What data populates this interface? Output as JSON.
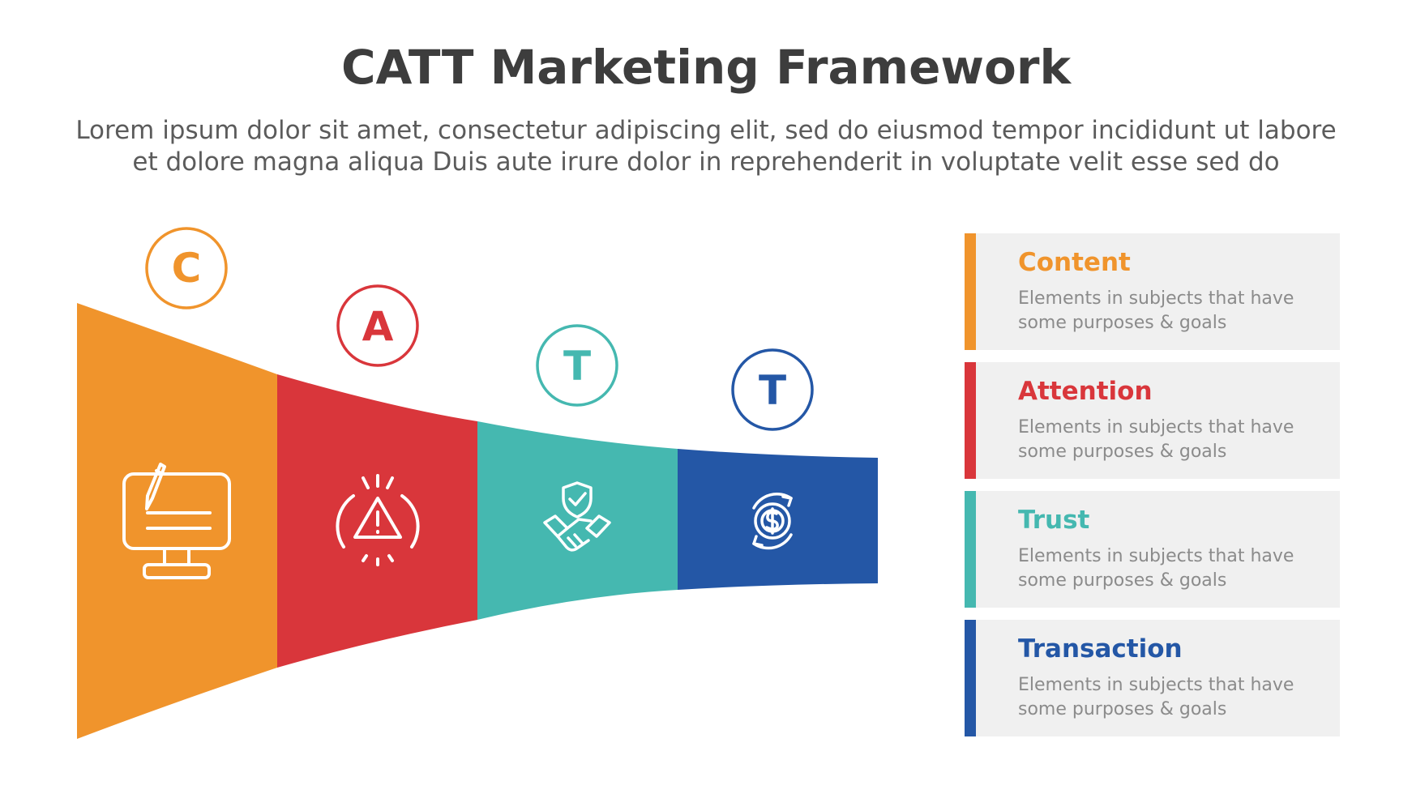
{
  "title": "CATT Marketing Framework",
  "subtitle": {
    "line1": "Lorem ipsum dolor sit amet, consectetur adipiscing elit, sed do eiusmod tempor incididunt ut labore",
    "line2": "et dolore magna aliqua Duis aute irure dolor in reprehenderit in voluptate velit esse sed do"
  },
  "stages": [
    {
      "letter": "C",
      "title": "Content",
      "description_line1": "Elements in subjects that have",
      "description_line2": "some purposes & goals",
      "color": "#f0942c",
      "icon": "monitor-pencil-icon"
    },
    {
      "letter": "A",
      "title": "Attention",
      "description_line1": "Elements in subjects that have",
      "description_line2": "some purposes & goals",
      "color": "#d9363b",
      "icon": "warning-alert-icon"
    },
    {
      "letter": "T",
      "title": "Trust",
      "description_line1": "Elements in subjects that have",
      "description_line2": "some purposes & goals",
      "color": "#45b8b0",
      "icon": "handshake-shield-icon"
    },
    {
      "letter": "T",
      "title": "Transaction",
      "description_line1": "Elements in subjects that have",
      "description_line2": "some purposes & goals",
      "color": "#2457a6",
      "icon": "coin-exchange-icon"
    }
  ]
}
